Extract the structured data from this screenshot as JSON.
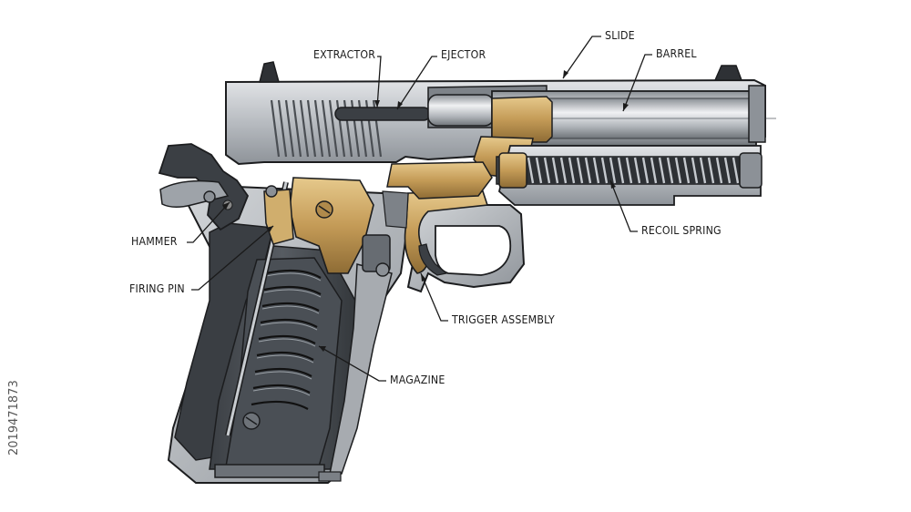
{
  "labels": {
    "extractor": "EXTRACTOR",
    "ejector": "EJECTOR",
    "slide": "SLIDE",
    "barrel": "BARREL",
    "hammer": "HAMMER",
    "firing_pin": "FIRING PIN",
    "recoil_spring": "RECOIL SPRING",
    "trigger_assembly": "TRIGGER ASSEMBLY",
    "magazine": "MAGAZINE"
  },
  "watermark_id": "2019471873",
  "colors": {
    "steel_light": "#c9ccd0",
    "steel_mid": "#9ea3a9",
    "steel_dark": "#5d6268",
    "dark": "#2e3135",
    "brass": "#c9a565",
    "outline": "#1c1d1f"
  }
}
